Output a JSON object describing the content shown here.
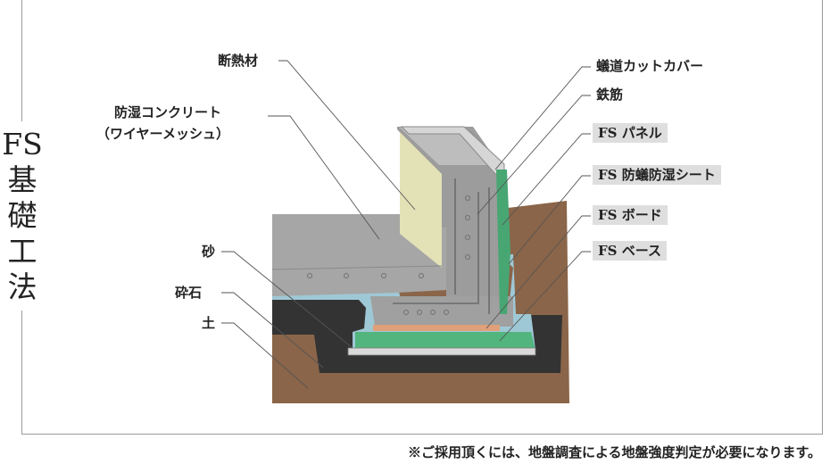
{
  "title": {
    "line1": "FS",
    "line2": "基",
    "line3": "礎",
    "line4": "工",
    "line5": "法"
  },
  "labels": {
    "insulation": "断熱材",
    "concrete_line1": "防湿コンクリート",
    "concrete_line2": "（ワイヤーメッシュ）",
    "sand": "砂",
    "gravel": "砕石",
    "soil": "土",
    "termite_cover": "蟻道カットカバー",
    "rebar": "鉄筋",
    "fs_panel": "FS パネル",
    "fs_sheet": "FS 防蟻防湿シート",
    "fs_board": "FS ボード",
    "fs_base": "FS ベース"
  },
  "note": "※ご採用頂くには、地盤調査による地盤強度判定が必要になります。",
  "colors": {
    "soil": "#8a6549",
    "gravel": "#333333",
    "sand": "#9fc8d6",
    "concrete": "#a6a6a6",
    "insulation": "#e3e2b7",
    "fs_panel": "#48a673",
    "fs_base": "#52b57e",
    "fs_board": "#e0a079",
    "label_highlight": "#dedede"
  }
}
